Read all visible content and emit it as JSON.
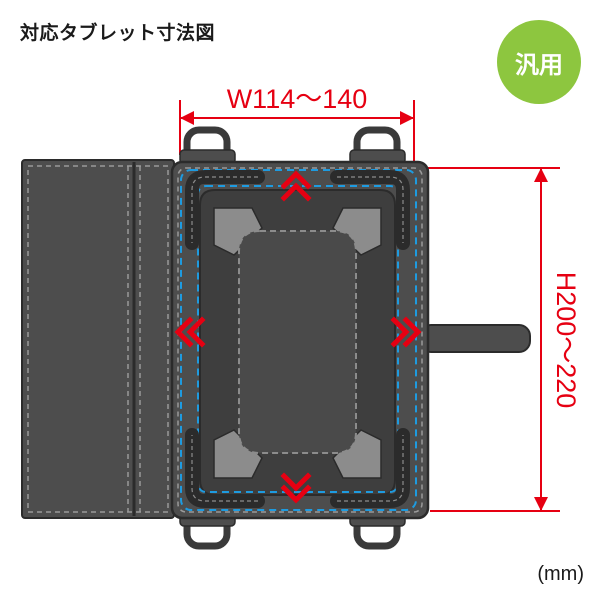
{
  "title": "対応タブレット寸法図",
  "badge": {
    "label": "汎用",
    "color": "#8dc63f"
  },
  "dimensions": {
    "width": {
      "label": "W114〜140",
      "min_mm": 114,
      "max_mm": 140
    },
    "height": {
      "label": "H200〜220",
      "min_mm": 200,
      "max_mm": 220
    }
  },
  "unit": "(mm)",
  "colors": {
    "dimension_line": "#e60012",
    "case_body": "#4d4d4d",
    "case_outline": "#2b2b2b",
    "stitching": "#9a9a9a",
    "guide_dashed": "#1e9be0",
    "corner_grip": "#8c8c8c",
    "arrows": "#e60012"
  },
  "icons": {
    "adjust_arrows": "double-chevron-arrow-icon",
    "strap_ring": "d-ring-icon"
  }
}
